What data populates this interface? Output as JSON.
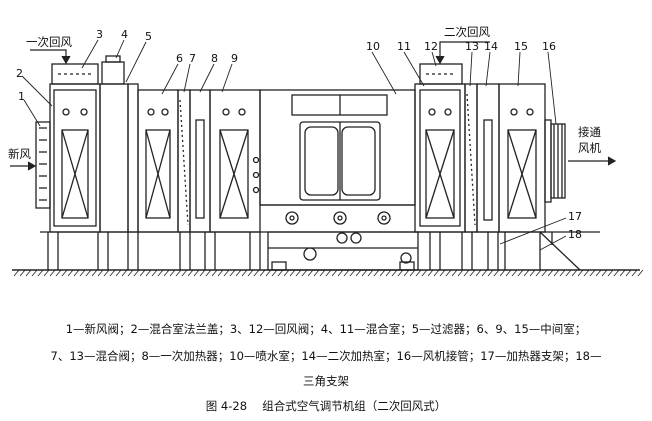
{
  "figure": {
    "labels": {
      "primary_return_air": "一次回风",
      "secondary_return_air": "二次回风",
      "fresh_air": "新风",
      "to_fan_line1": "接通",
      "to_fan_line2": "风机"
    },
    "callouts": [
      "1",
      "2",
      "3",
      "4",
      "5",
      "6",
      "7",
      "8",
      "9",
      "10",
      "11",
      "12",
      "13",
      "14",
      "15",
      "16",
      "17",
      "18"
    ]
  },
  "legend": {
    "line1": "1—新风阀；2—混合室法兰盖；3、12—回风阀；4、11—混合室；5—过滤器；6、9、15—中间室；",
    "line2": "7、13—混合阀；8—一次加热器；10—喷水室；14—二次加热室；16—风机接管；17—加热器支架；18—",
    "line3": "三角支架"
  },
  "caption": "图 4-28　 组合式空气调节机组（二次回风式）"
}
